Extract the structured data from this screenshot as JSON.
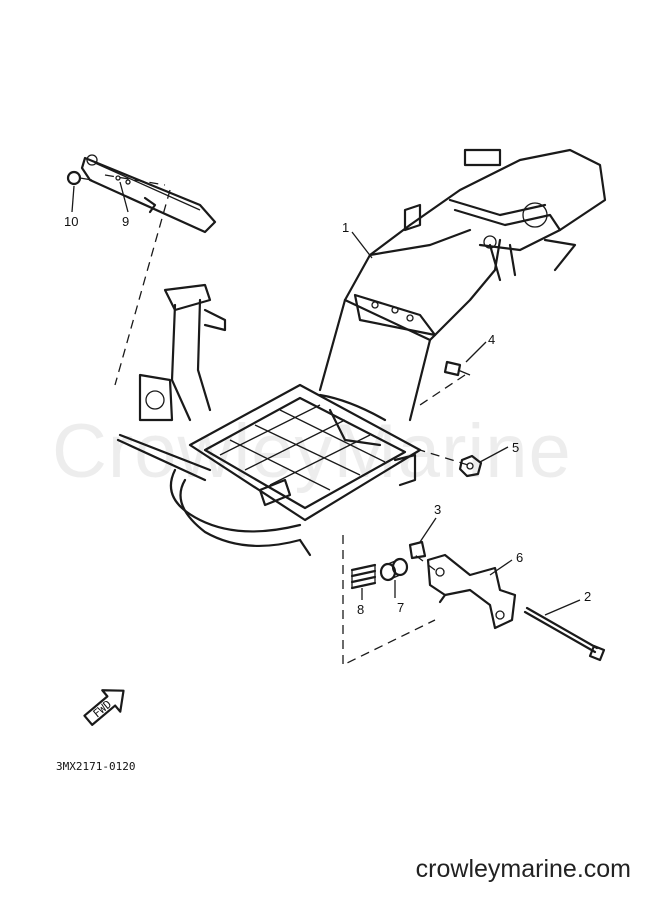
{
  "watermark_text": "CrowleyMarine",
  "site_label": "crowleymarine.com",
  "diagram_code": "3MX2171-0120",
  "fwd_marker": "FWD",
  "callouts": {
    "c1": "1",
    "c2": "2",
    "c3": "3",
    "c4": "4",
    "c5": "5",
    "c6": "6",
    "c7": "7",
    "c8": "8",
    "c9": "9",
    "c10": "10"
  }
}
